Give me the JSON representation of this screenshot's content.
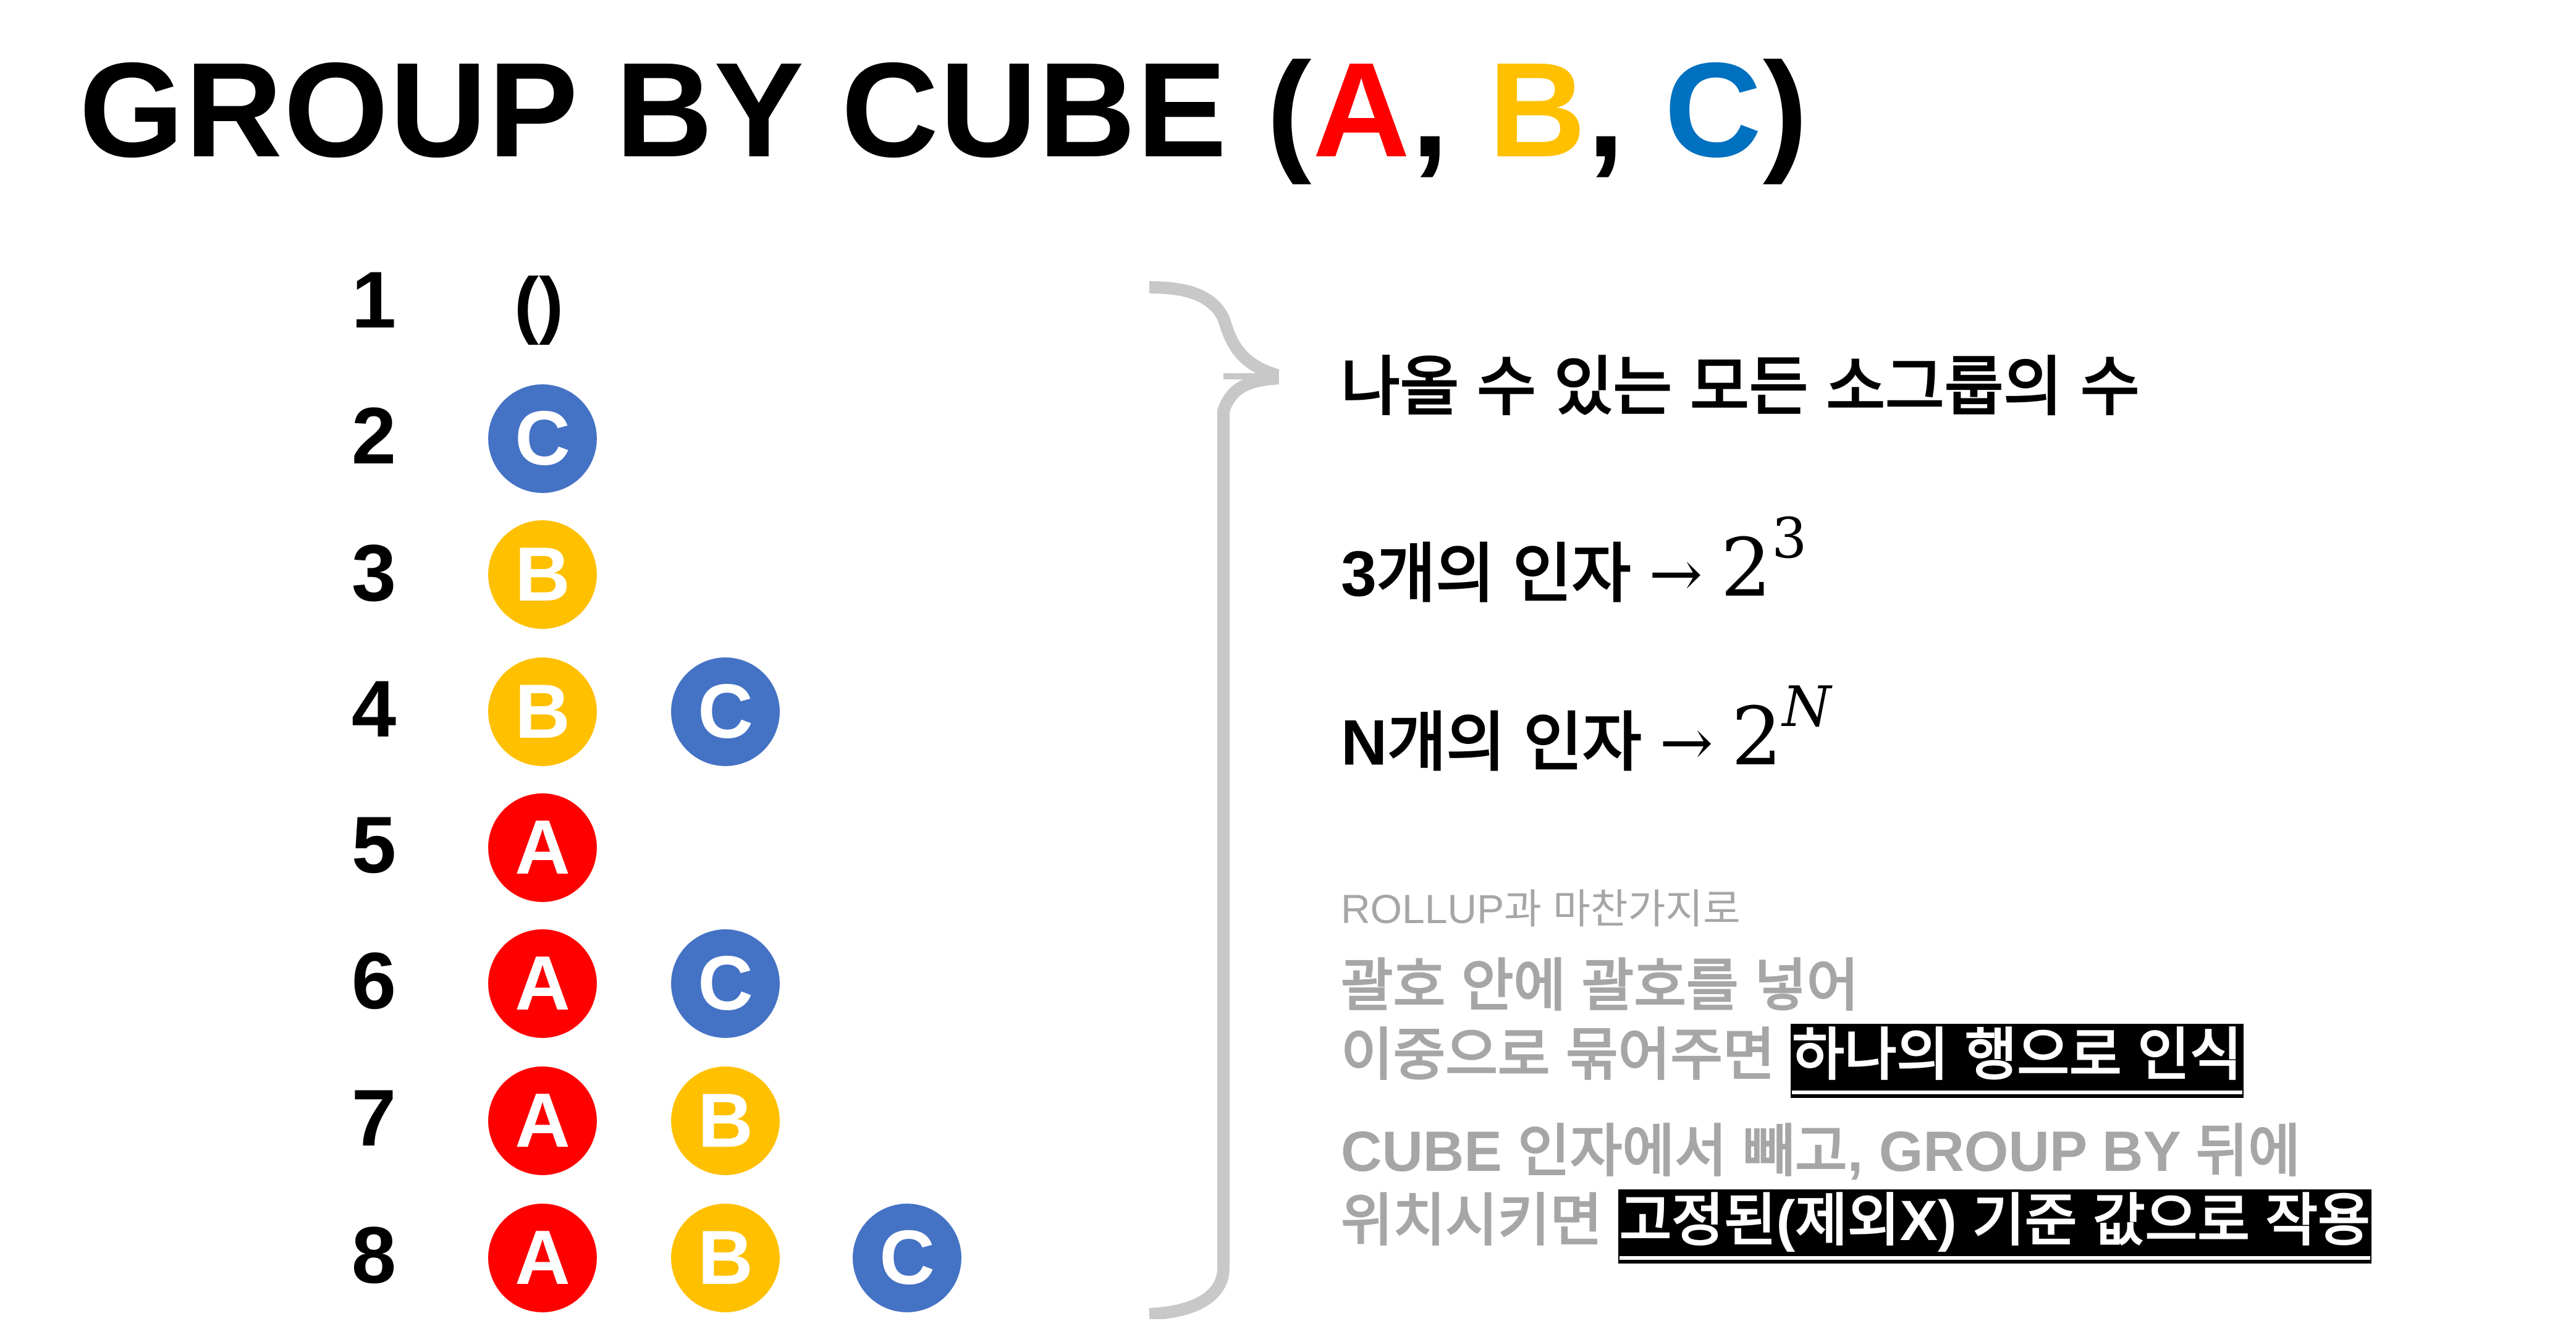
{
  "title": {
    "prefix": "GROUP BY CUBE (",
    "a": "A",
    "sep1": ", ",
    "b": "B",
    "sep2": ", ",
    "c": "C",
    "suffix": ")"
  },
  "colors": {
    "A": "#ff0000",
    "B": "#ffc000",
    "C": "#4472c4",
    "title_C": "#0070c0",
    "brace": "#c8c8c8",
    "gray_text": "#a6a6a6"
  },
  "rows": [
    {
      "num": "1",
      "items": [],
      "empty_label": "()"
    },
    {
      "num": "2",
      "items": [
        "C"
      ]
    },
    {
      "num": "3",
      "items": [
        "B"
      ]
    },
    {
      "num": "4",
      "items": [
        "B",
        "C"
      ]
    },
    {
      "num": "5",
      "items": [
        "A"
      ]
    },
    {
      "num": "6",
      "items": [
        "A",
        "C"
      ]
    },
    {
      "num": "7",
      "items": [
        "A",
        "B"
      ]
    },
    {
      "num": "8",
      "items": [
        "A",
        "B",
        "C"
      ]
    }
  ],
  "right": {
    "heading": "나올 수 있는 모든 소그룹의 수",
    "line3": {
      "label": "3개의 인자",
      "arrow": "→",
      "base": "2",
      "exp": "3"
    },
    "lineN": {
      "label": "N개의 인자",
      "arrow": "→",
      "base": "2",
      "exp": "N"
    },
    "note1_small": "ROLLUP과 마찬가지로",
    "note1_line1": "괄호 안에 괄호를 넣어",
    "note1_line2_plain": "이중으로 묶어주면 ",
    "note1_line2_highlight": "하나의 행으로 인식",
    "note2_line1": "CUBE 인자에서 빼고, GROUP BY 뒤에",
    "note2_line2_plain": "위치시키면 ",
    "note2_line2_highlight": "고정된(제외X) 기준 값으로 작용"
  }
}
